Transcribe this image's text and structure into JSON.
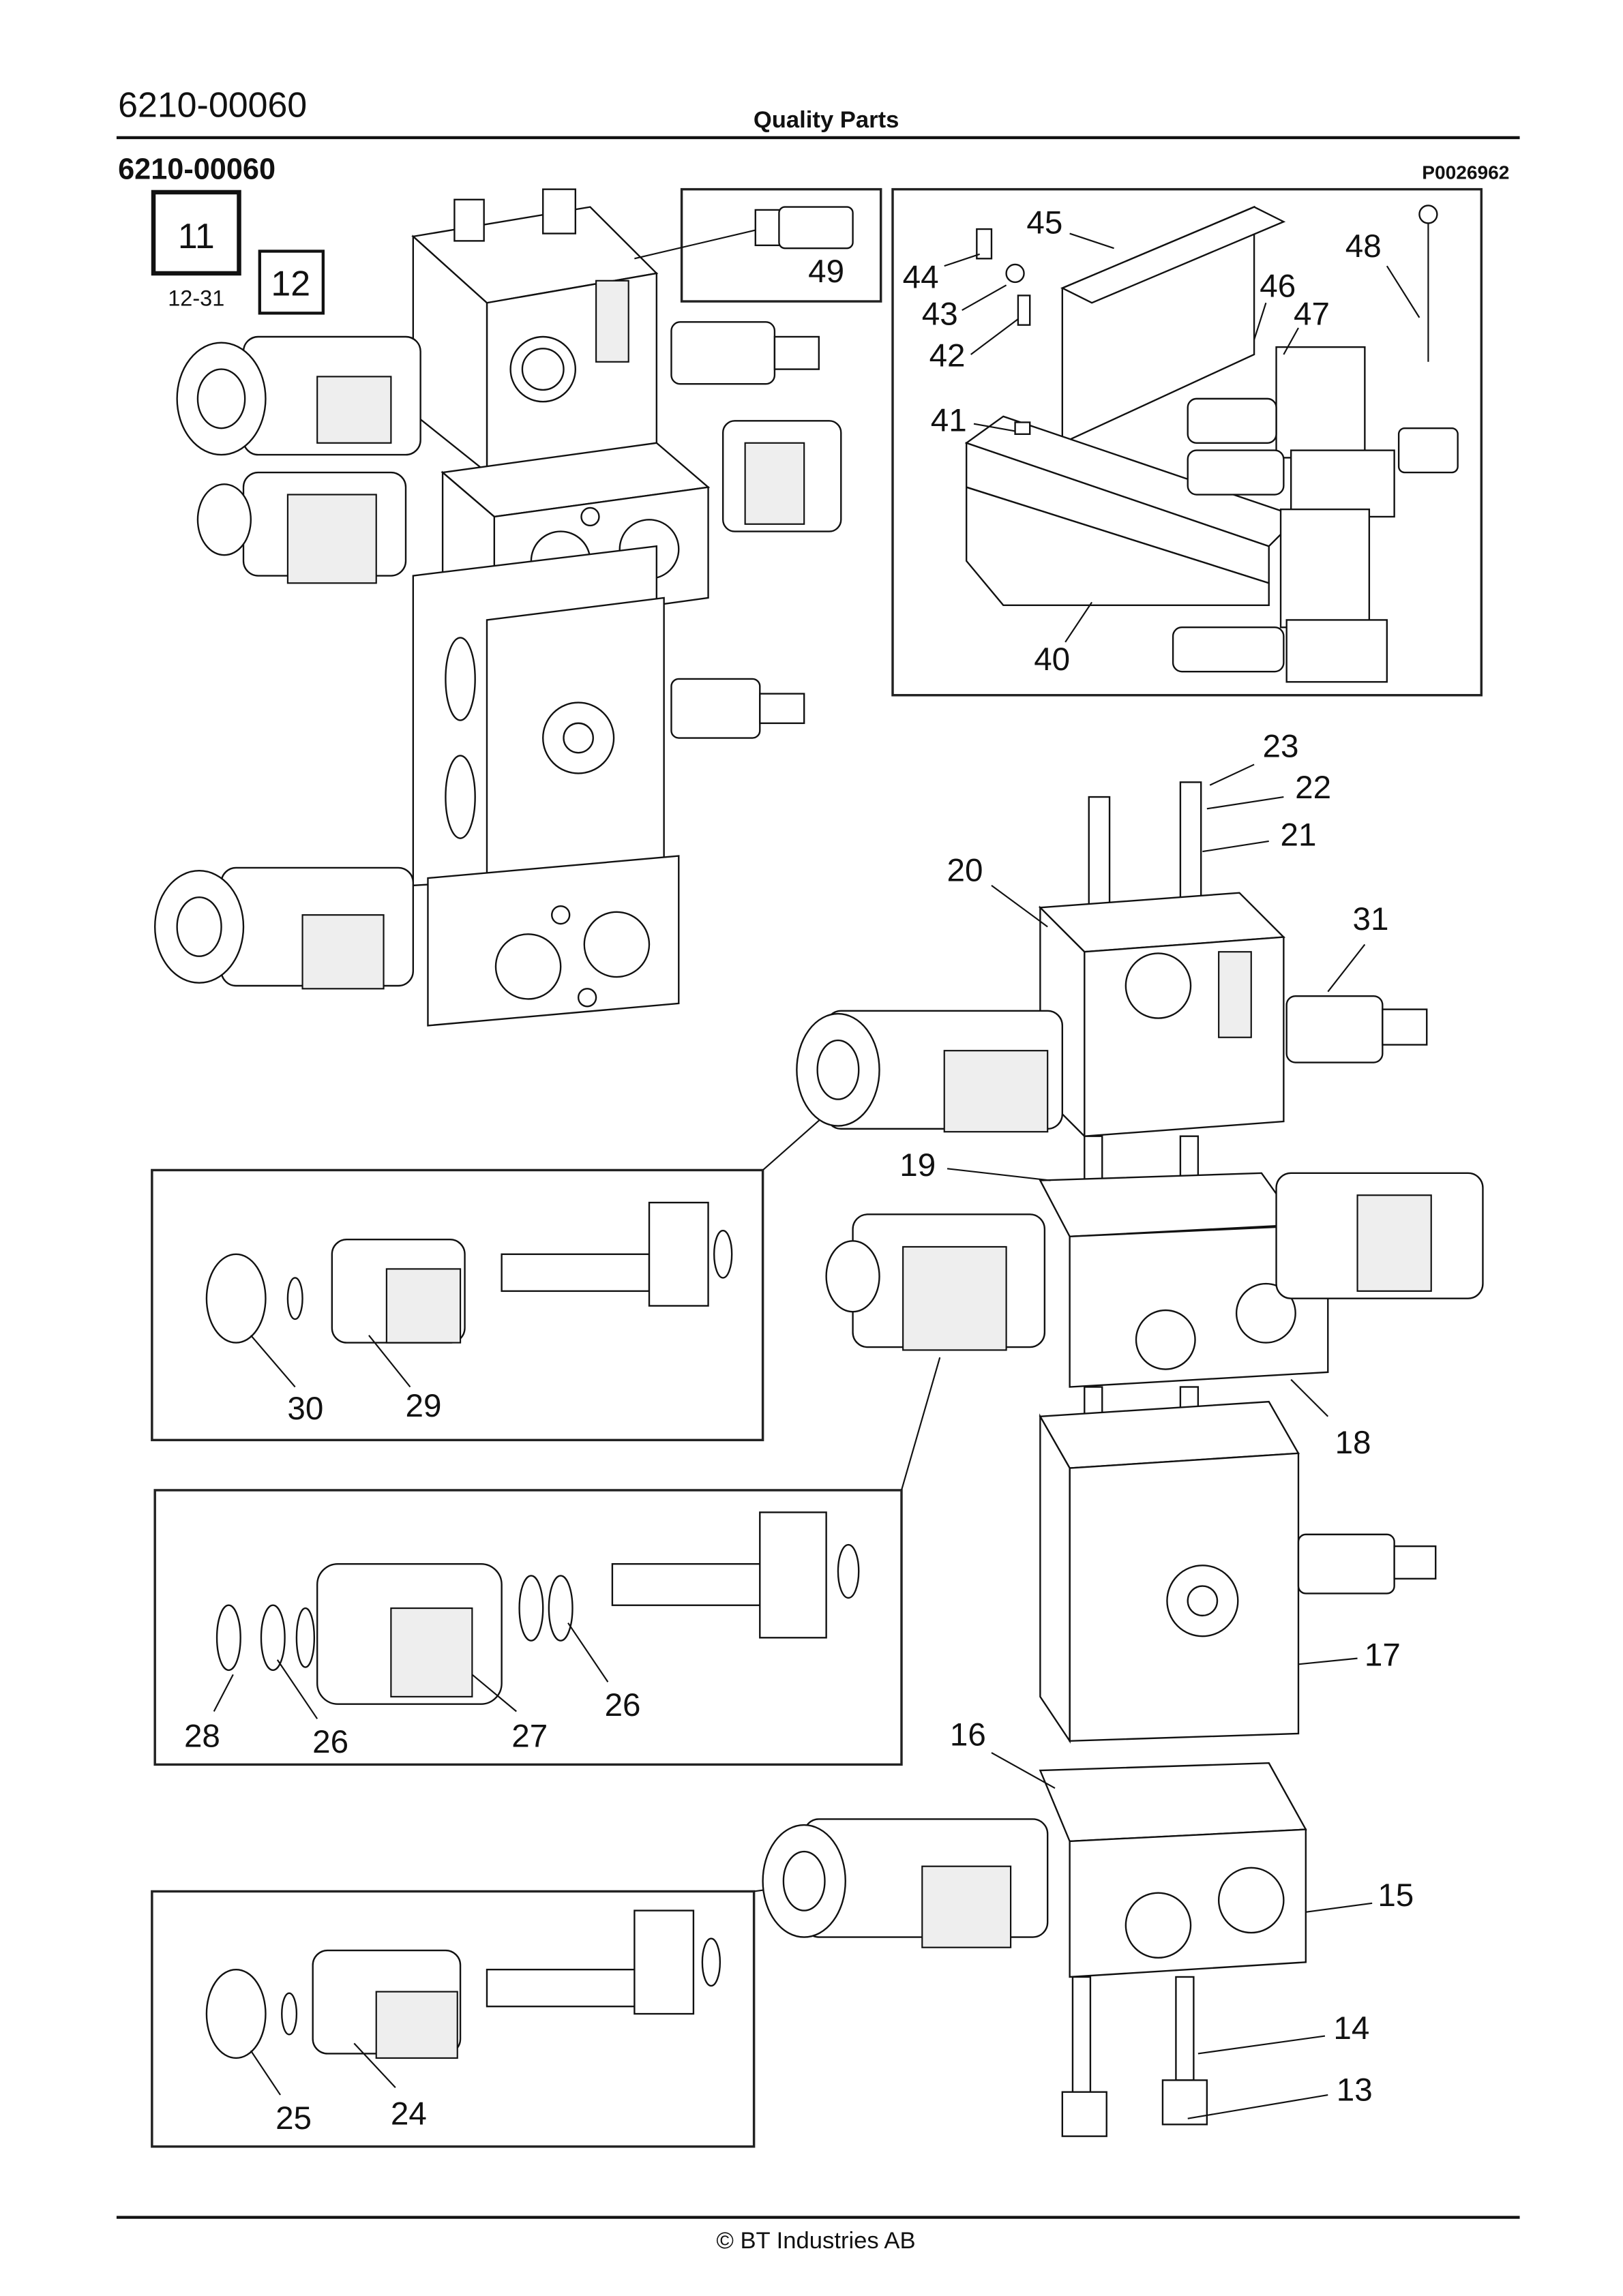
{
  "header": {
    "doc_number": "6210-00060",
    "brand": "Quality Parts"
  },
  "figure": {
    "title": "6210-00060",
    "picture_id": "P0026962",
    "ref_boxes": [
      {
        "label": "11",
        "sub": "12-31"
      },
      {
        "label": "12"
      }
    ],
    "callouts": [
      "49",
      "44",
      "45",
      "43",
      "42",
      "41",
      "46",
      "47",
      "48",
      "40",
      "23",
      "22",
      "21",
      "20",
      "31",
      "19",
      "18",
      "17",
      "16",
      "15",
      "14",
      "13",
      "30",
      "29",
      "28",
      "26",
      "27",
      "26",
      "25",
      "24"
    ]
  },
  "footer": {
    "copyright": "© BT Industries AB"
  }
}
